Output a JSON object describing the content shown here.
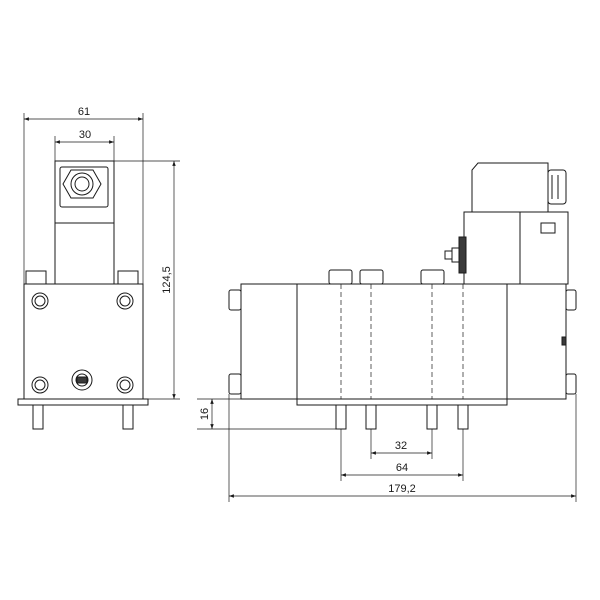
{
  "dimensions": {
    "front_width": "61",
    "coil_width": "30",
    "total_height": "124,5",
    "pin_length": "16",
    "pin_pitch_small": "32",
    "pin_pitch_large": "64",
    "total_length": "179,2"
  },
  "colors": {
    "line": "#1a1a1a",
    "face": "#e2e2e2",
    "background": "#ffffff"
  }
}
